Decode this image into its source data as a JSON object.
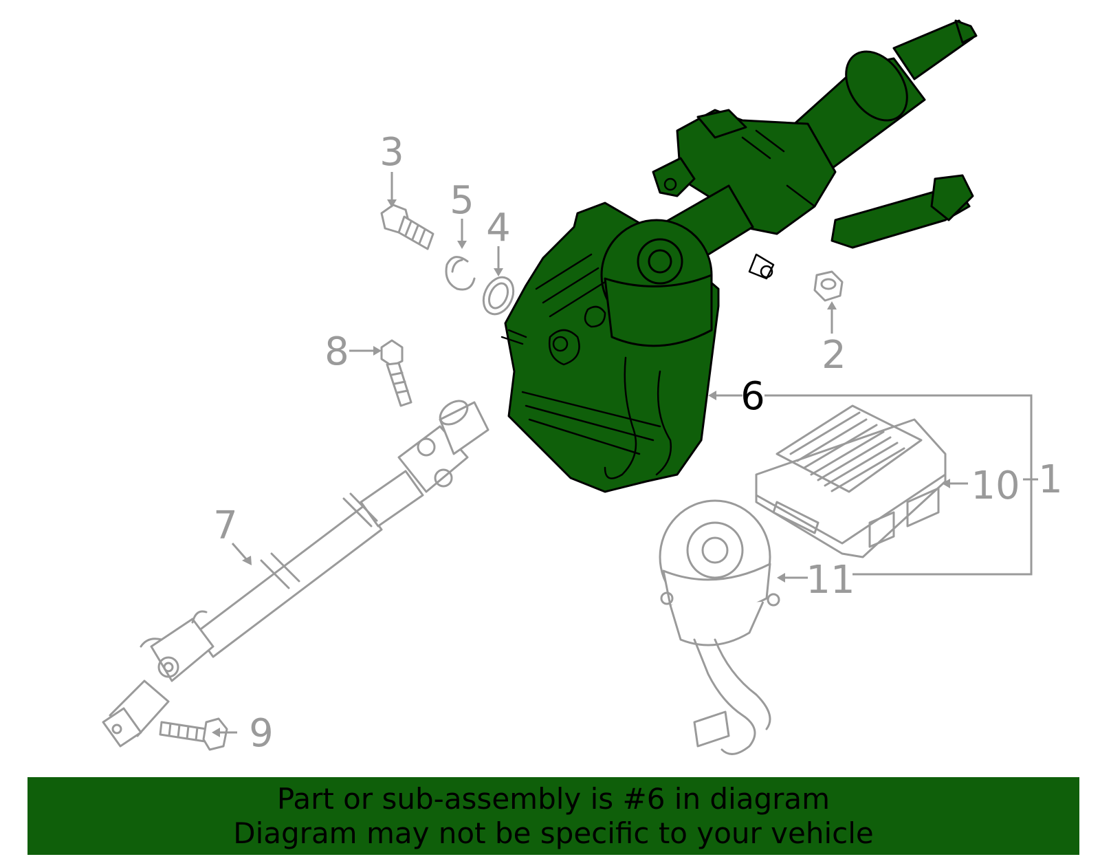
{
  "diagram": {
    "callouts": {
      "c1": "1",
      "c2": "2",
      "c3": "3",
      "c4": "4",
      "c5": "5",
      "c6": "6",
      "c7": "7",
      "c8": "8",
      "c9": "9",
      "c10": "10",
      "c11": "11"
    },
    "highlighted_part": "6",
    "colors": {
      "highlight": "#0f5f0a",
      "outline": "#9a9a9a",
      "active_label": "#000000"
    }
  },
  "banner": {
    "line1": "Part or sub-assembly is #6 in diagram",
    "line2": "Diagram may not be specific to your vehicle"
  }
}
